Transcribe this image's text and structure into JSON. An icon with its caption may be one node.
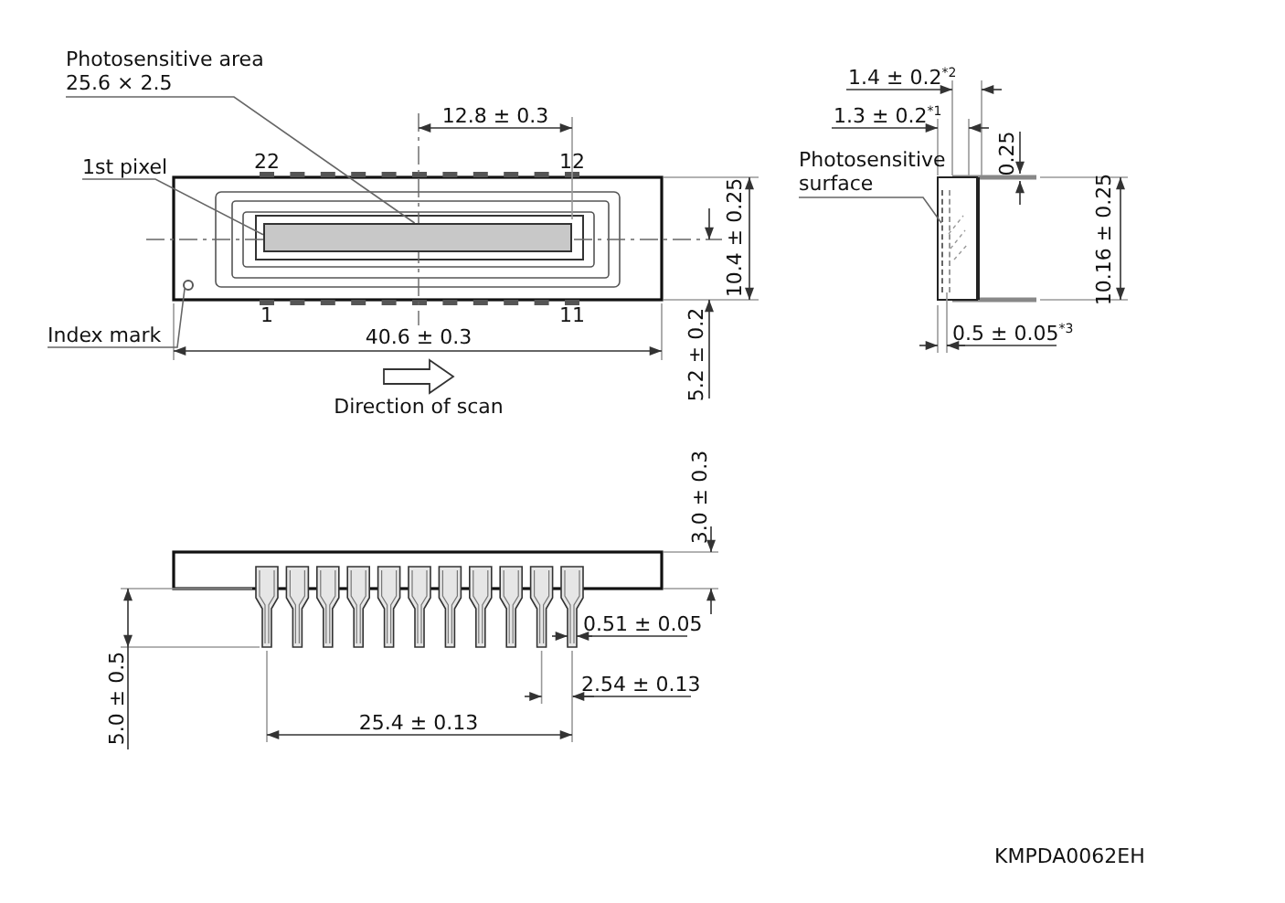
{
  "diagram": {
    "nodes": [
      {
        "text": [
          "Photosensitive area",
          "25.6 × 2.5"
        ]
      },
      {
        "text": [],
        "shape": "box"
      },
      {
        "text": [
          "1st pixel"
        ]
      },
      {
        "text": [
          "Index mark"
        ]
      },
      {
        "text": [],
        "shape": "circle"
      },
      {
        "text": [
          "Photosensitive surface"
        ]
      },
      {
        "text": [],
        "shape": "bar"
      }
    ],
    "edges": [
      {
        "from": 0,
        "to": 1,
        "arrow": "none"
      },
      {
        "from": 2,
        "to": 1,
        "arrow": "none"
      },
      {
        "from": 3,
        "to": 4,
        "arrow": "none"
      },
      {
        "from": 5,
        "to": 6,
        "arrow": "none"
      }
    ],
    "labels": [
      "12.8 ± 0.3",
      "22",
      "12",
      "1",
      "11",
      "40.6 ± 0.3",
      "10.4 ± 0.25",
      "5.2 ± 0.2",
      "Direction of scan",
      "1.4 ± 0.2$^{*2}$",
      "1.3 ± 0.2$^{*1}$",
      "0.25",
      "10.16 ± 0.25",
      "0.5 ± 0.05$^{*3}$",
      "3.0 ± 0.3",
      "0.51 ± 0.05",
      "5.0 ± 0.5",
      "2.54 ± 0.13",
      "25.4 ± 0.13",
      "KMPDA0062EH"
    ]
  }
}
